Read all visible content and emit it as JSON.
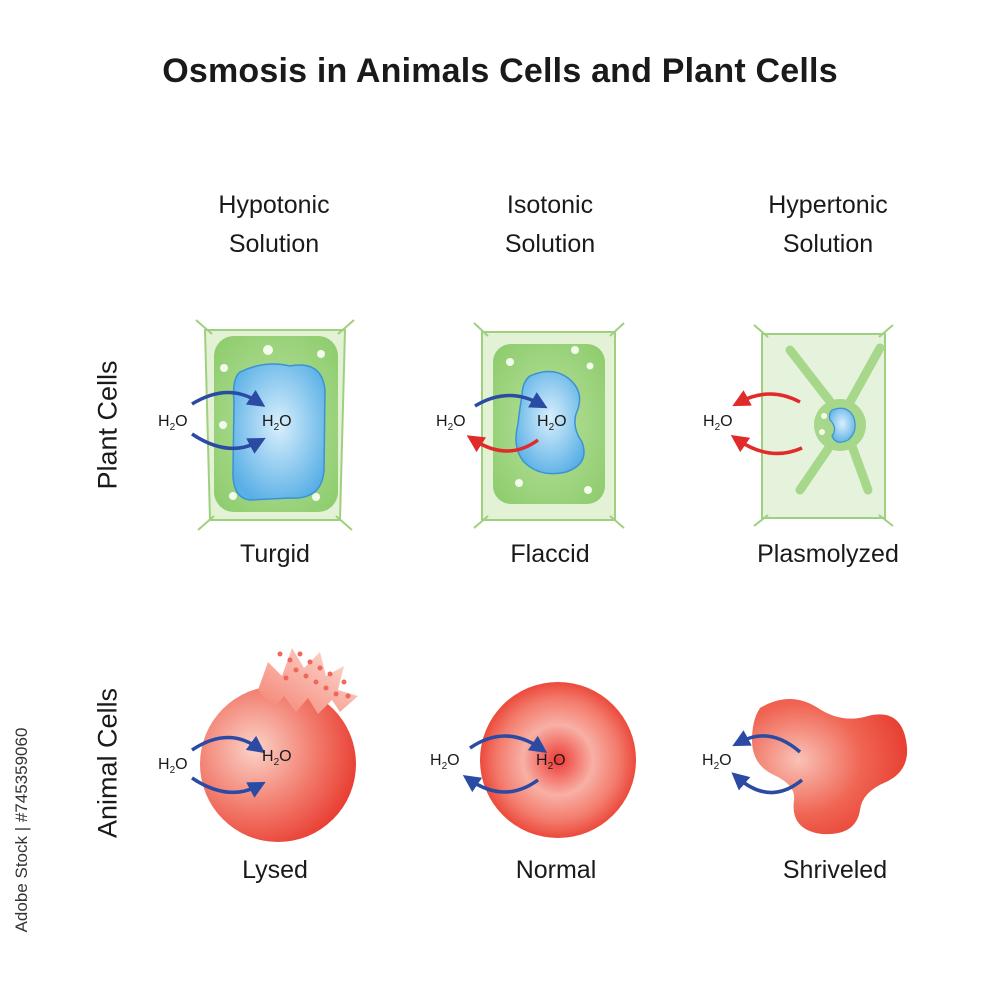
{
  "title": "Osmosis in Animals Cells and Plant Cells",
  "columns": [
    {
      "line1": "Hypotonic",
      "line2": "Solution"
    },
    {
      "line1": "Isotonic",
      "line2": "Solution"
    },
    {
      "line1": "Hypertonic",
      "line2": "Solution"
    }
  ],
  "rows": {
    "plant": "Plant Cells",
    "animal": "Animal Cells"
  },
  "plant_states": [
    "Turgid",
    "Flaccid",
    "Plasmolyzed"
  ],
  "animal_states": [
    "Lysed",
    "Normal",
    "Shriveled"
  ],
  "water": {
    "symbol": "H",
    "subscript": "2",
    "suffix": "O"
  },
  "watermark": "Adobe Stock | #745359060",
  "colors": {
    "cell_wall": "#e3f1d4",
    "cytoplasm": "#9ed27f",
    "vacuole": "#5ab0e6",
    "animal_cell": "#ee4a3c",
    "arrow_in": "#2b4aa3",
    "arrow_out": "#e12a2a"
  }
}
